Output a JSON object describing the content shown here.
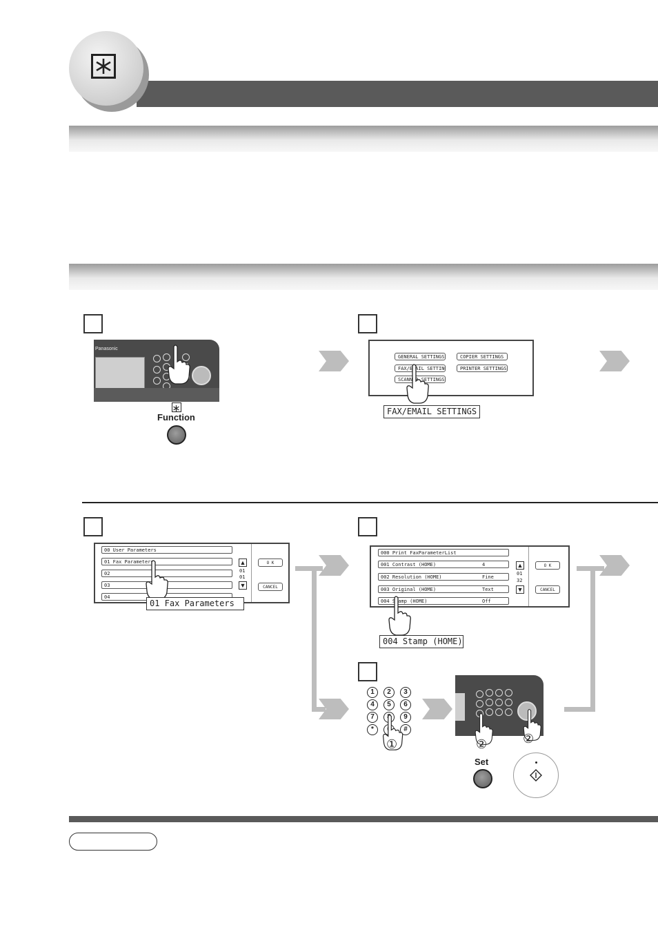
{
  "step1": {
    "button_label": "Function"
  },
  "step2": {
    "menu": [
      "GENERAL SETTINGS",
      "COPIER SETTINGS",
      "FAX/EMAIL SETTINGS",
      "PRINTER SETTINGS",
      "SCANNER SETTINGS"
    ],
    "callout": "FAX/EMAIL SETTINGS"
  },
  "step3": {
    "rows": [
      "00  User Parameters",
      "01  Fax Parameters",
      "02",
      "03",
      "04"
    ],
    "page_top": "01",
    "page_bottom": "01",
    "ok": "O K",
    "cancel": "CANCEL",
    "callout": "01  Fax Parameters"
  },
  "step4": {
    "rows": [
      {
        "label": "000  Print FaxParameterList",
        "value": ""
      },
      {
        "label": "001  Contrast (HOME)",
        "value": "4"
      },
      {
        "label": "002  Resolution (HOME)",
        "value": "Fine"
      },
      {
        "label": "003  Original (HOME)",
        "value": "Text"
      },
      {
        "label": "004  Stamp (HOME)",
        "value": "Off"
      }
    ],
    "page_top": "01",
    "page_bottom": "32",
    "ok": "O K",
    "cancel": "CANCEL",
    "callout": "004  Stamp (HOME)"
  },
  "step5": {
    "keypad": [
      "1",
      "2",
      "3",
      "4",
      "5",
      "6",
      "7",
      "8",
      "9",
      "*",
      "0",
      "#"
    ],
    "marker_1": "①",
    "marker_2a": "②",
    "marker_2b": "②",
    "set_label": "Set"
  },
  "panel_brand": "Panasonic",
  "colors": {
    "header_bar": "#5a5a5a",
    "chevron": "#bdbdbd",
    "band": "#cfcfcf"
  }
}
